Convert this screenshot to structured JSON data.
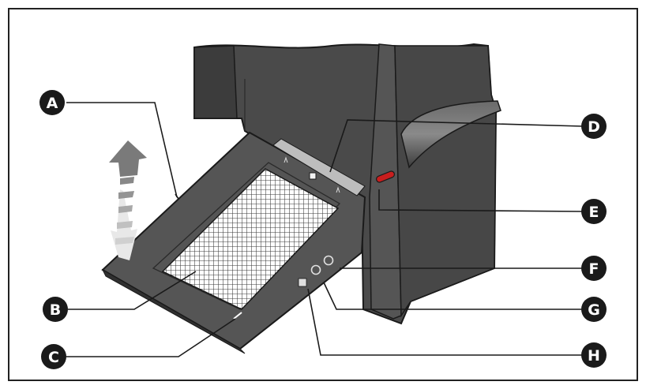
{
  "callouts": [
    {
      "id": "A",
      "label": "A"
    },
    {
      "id": "B",
      "label": "B"
    },
    {
      "id": "C",
      "label": "C"
    },
    {
      "id": "D",
      "label": "D"
    },
    {
      "id": "E",
      "label": "E"
    },
    {
      "id": "F",
      "label": "F"
    },
    {
      "id": "G",
      "label": "G"
    },
    {
      "id": "H",
      "label": "H"
    }
  ],
  "colors": {
    "body": "#4a4a4a",
    "body_dark": "#383838",
    "body_light": "#5b5b5b",
    "outline": "#1a1a1a",
    "led": "#c81e1e",
    "frame": "#222222"
  }
}
